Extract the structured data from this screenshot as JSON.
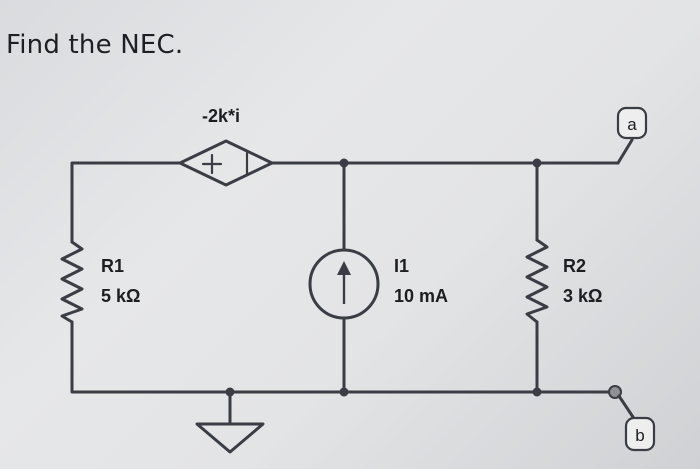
{
  "problem": {
    "prompt": "Find the NEC."
  },
  "circuit": {
    "dependent_source": {
      "label": "-2k*i",
      "plus_symbol": "+"
    },
    "r1": {
      "name": "R1",
      "value": "5 kΩ"
    },
    "i1": {
      "name": "I1",
      "value": "10 mA"
    },
    "r2": {
      "name": "R2",
      "value": "3 kΩ"
    },
    "terminal_a": "a",
    "terminal_b": "b"
  },
  "colors": {
    "wire": "#3a3d44",
    "background": "#e2e3e5",
    "terminal_fill": "#8e9096"
  }
}
